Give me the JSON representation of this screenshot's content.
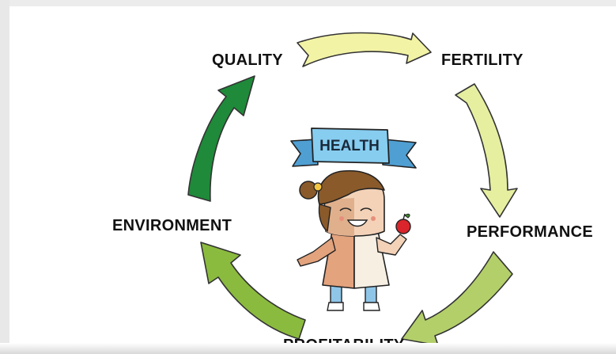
{
  "diagram": {
    "stages": [
      {
        "key": "quality",
        "label": "QUALITY"
      },
      {
        "key": "fertility",
        "label": "FERTILITY"
      },
      {
        "key": "performance",
        "label": "PERFORMANCE"
      },
      {
        "key": "profitability",
        "label": "PROFITABILITY"
      },
      {
        "key": "environment",
        "label": "ENVIRONMENT"
      }
    ],
    "center": {
      "banner_label": "HEALTH"
    },
    "arrow_colors": {
      "quality_to_fertility": "#f3f3a6",
      "fertility_to_performance": "#e6efa0",
      "performance_to_profitability": "#b3cf6a",
      "profitability_to_environment": "#8bbb3e",
      "environment_to_quality": "#1f8a3a"
    }
  }
}
